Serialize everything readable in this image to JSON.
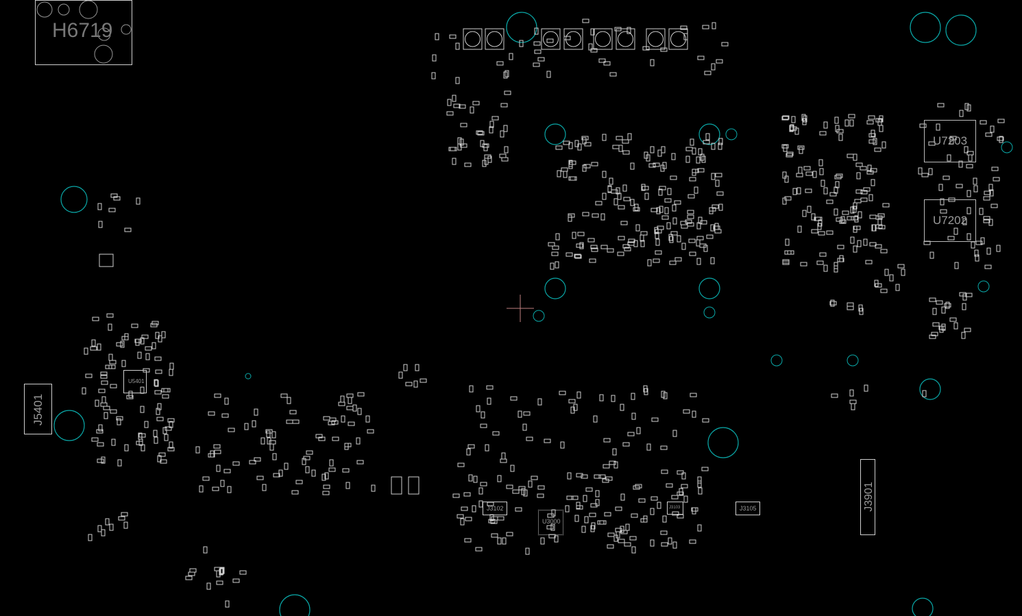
{
  "board_view": {
    "colors": {
      "background": "#000000",
      "outline": "#d0d0d0",
      "via": "#0aa8a8",
      "label": "#9a9a9a",
      "cursor": "#c08080"
    },
    "designators": {
      "h6719": "H6719",
      "u7203": "U7203",
      "u7202": "U7202",
      "j5401": "J5401",
      "u5401": "U5401",
      "j3102": "J3102",
      "u3000": "U3000",
      "j3103": "J3103",
      "j3105": "J3105",
      "j3901": "J3901"
    }
  }
}
